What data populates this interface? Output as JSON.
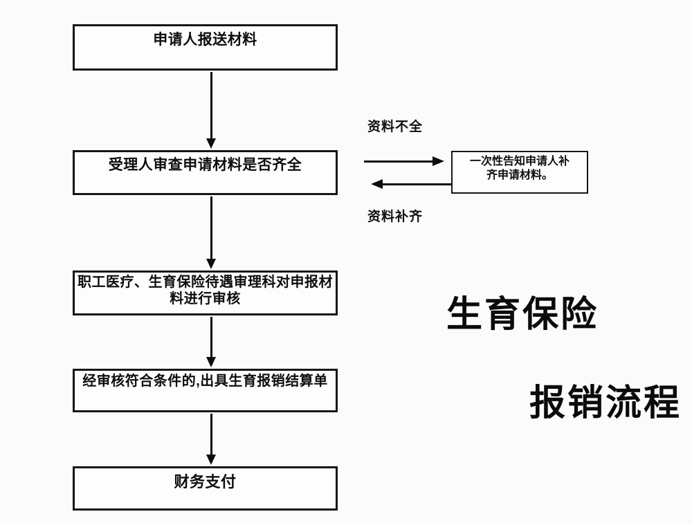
{
  "document": {
    "kind": "flowchart",
    "title_lines": [
      "生育保险",
      "报销流程"
    ]
  },
  "flowchart": {
    "main_steps": [
      {
        "id": "submit",
        "label": "申请人报送材料"
      },
      {
        "id": "review",
        "label": "受理人审查申请材料是否齐全"
      },
      {
        "id": "audit",
        "label": "职工医疗、生育保险待遇审理科对申报材\n料进行审核"
      },
      {
        "id": "settlement",
        "label": "经审核符合条件的,出具生育报销结算单"
      },
      {
        "id": "payment",
        "label": "财务支付"
      }
    ],
    "side_steps": [
      {
        "id": "notify",
        "label": "一次性告知申请人补\n齐申请材料。"
      }
    ],
    "edge_labels": {
      "insufficient": "资料不全",
      "supplemented": "资料补齐"
    },
    "connectors": [
      {
        "id": "arrow-1",
        "from": "submit",
        "to": "review",
        "direction": "down"
      },
      {
        "id": "arrow-2",
        "from": "review",
        "to": "audit",
        "direction": "down"
      },
      {
        "id": "arrow-3",
        "from": "audit",
        "to": "settlement",
        "direction": "down"
      },
      {
        "id": "arrow-4",
        "from": "settlement",
        "to": "payment",
        "direction": "down"
      },
      {
        "id": "arrow-insufficient",
        "from": "review",
        "to": "notify",
        "direction": "right"
      },
      {
        "id": "arrow-supplemented",
        "from": "notify",
        "to": "review",
        "direction": "left"
      }
    ]
  },
  "colors": {
    "background": "#fbfbfb",
    "box_fill": "#fdfdfd",
    "stroke": "#16161a",
    "text": "#0d0d0f"
  }
}
